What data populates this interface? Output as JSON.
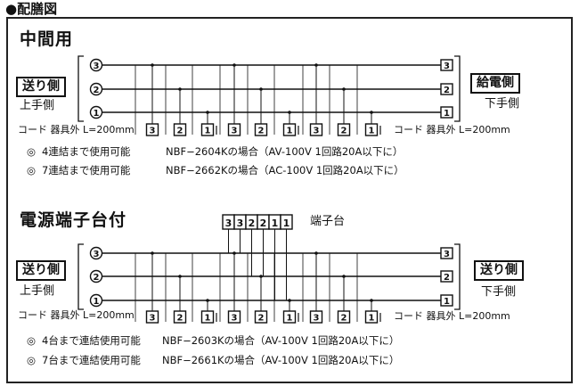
{
  "header": {
    "title": "●配膳図"
  },
  "section1": {
    "title": "中間用",
    "left_label": "送り側",
    "left_sub": "上手側",
    "right_label": "給電側",
    "right_sub": "下手側",
    "cord_left": "コード 器具外  L=200mm",
    "cord_right": "コード 器具外  L=200mm",
    "line_labels_left": [
      "3",
      "2",
      "1"
    ],
    "line_labels_right": [
      "3",
      "2",
      "1"
    ],
    "terminals": [
      "3",
      "2",
      "1",
      "3",
      "2",
      "1",
      "3",
      "2",
      "1"
    ],
    "notes": [
      {
        "bullet": "◎",
        "left": "4連結まで使用可能",
        "right": "NBF−2604Kの場合（AV-100V  1回路20A以下に）"
      },
      {
        "bullet": "◎",
        "left": "7連結まで使用可能",
        "right": "NBF−2662Kの場合（AC-100V  1回路20A以下に）"
      }
    ]
  },
  "section2": {
    "title": "電源端子台付",
    "terminal_block_label": "端子台",
    "terminal_block": [
      "3",
      "3",
      "2",
      "2",
      "1",
      "1"
    ],
    "left_label": "送り側",
    "left_sub": "上手側",
    "right_label": "送り側",
    "right_sub": "下手側",
    "cord_left": "コード 器具外  L=200mm",
    "cord_right": "コード 器具外  L=200mm",
    "line_labels_left": [
      "3",
      "2",
      "1"
    ],
    "line_labels_right": [
      "3",
      "2",
      "1"
    ],
    "terminals": [
      "3",
      "2",
      "1",
      "3",
      "2",
      "1",
      "3",
      "2",
      "1"
    ],
    "notes": [
      {
        "bullet": "◎",
        "left": "4台まで連結使用可能",
        "right": "NBF−2603Kの場合（AV-100V  1回路20A以下に）"
      },
      {
        "bullet": "◎",
        "left": "7台まで連結使用可能",
        "right": "NBF−2661Kの場合（AV-100V  1回路20A以下に）"
      }
    ]
  }
}
